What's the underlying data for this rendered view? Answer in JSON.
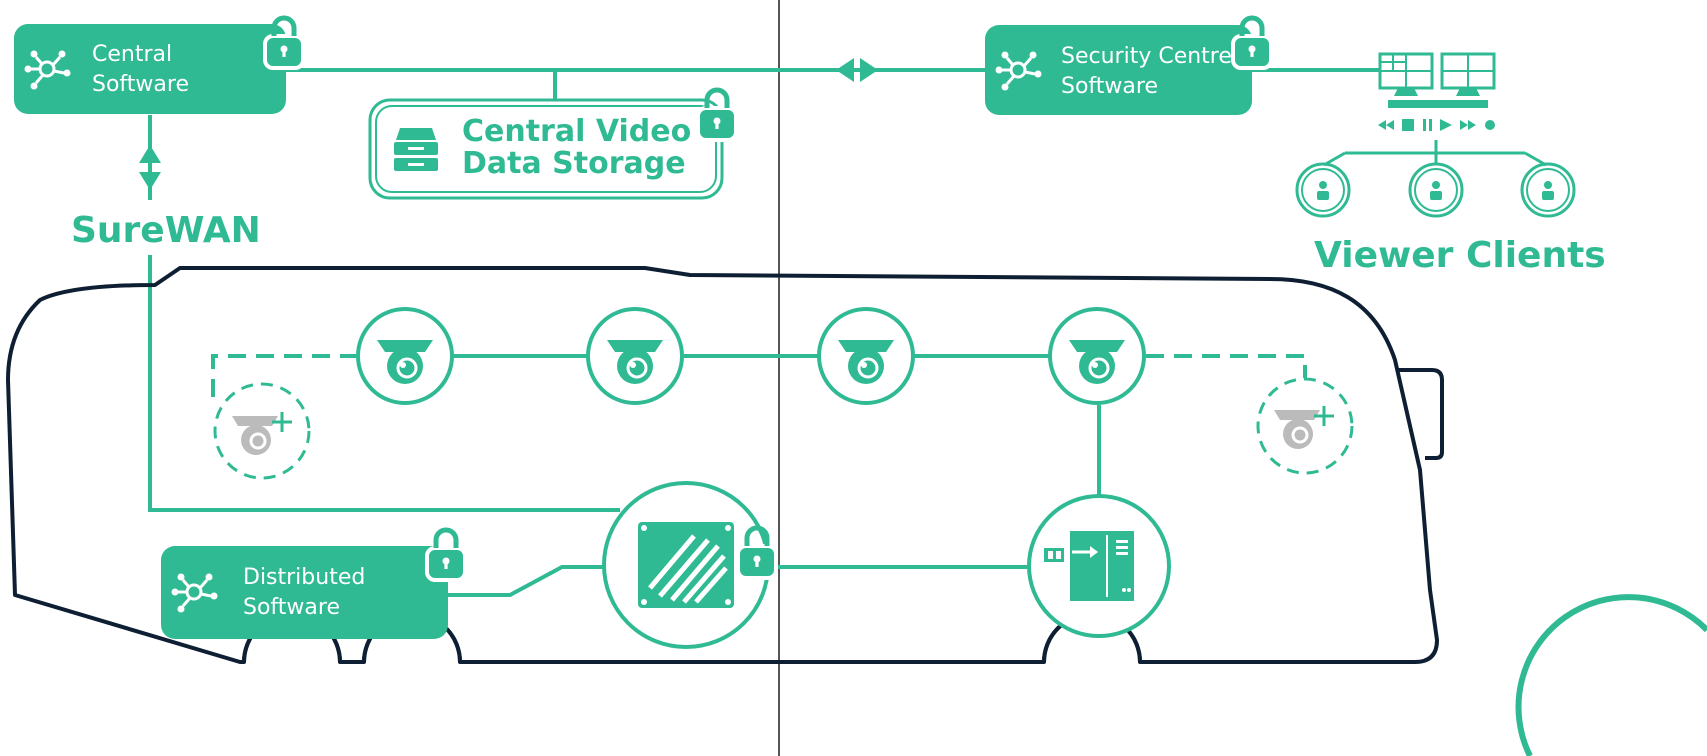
{
  "diagram": {
    "nodes": {
      "central_software": {
        "label": "Central\nSoftware",
        "icon": "network-hub-icon"
      },
      "central_video_data_storage": {
        "label": "Central Video\nData Storage",
        "icon": "storage-drawers-icon"
      },
      "security_centre_software": {
        "label": "Security Centre\nSoftware",
        "icon": "network-hub-icon"
      },
      "distributed_software": {
        "label": "Distributed\nSoftware",
        "icon": "network-hub-icon"
      },
      "surewan": {
        "label": "SureWAN"
      },
      "viewer_clients": {
        "label": "Viewer Clients"
      }
    },
    "icons": {
      "lock": "lock-icon",
      "camera": "dome-camera-icon",
      "add_camera": "add-camera-icon",
      "user": "user-icon",
      "monitors": "dual-monitor-icon",
      "playback": "playback-controls-icon",
      "recorder": "recorder-device-icon",
      "io_module": "io-module-icon"
    },
    "colors": {
      "accent": "#2fba93",
      "outline": "#0f1f33",
      "divider": "#555555",
      "inactive": "#bbbbbb"
    }
  }
}
